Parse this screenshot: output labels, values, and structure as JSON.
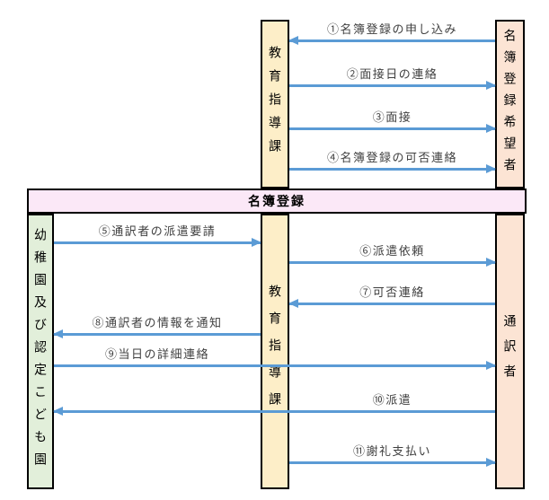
{
  "phase_band": {
    "label": "名簿登録"
  },
  "actors": {
    "top_center": {
      "label": "教育指導課"
    },
    "top_right": {
      "label": "名簿登録希望者"
    },
    "bottom_left": {
      "label": "幼稚園及び認定こども園"
    },
    "bottom_center": {
      "label": "教育指導課"
    },
    "bottom_right": {
      "label": "通訳者"
    }
  },
  "arrows": [
    {
      "label": "①名簿登録の申し込み",
      "from": "名簿登録希望者",
      "to": "教育指導課",
      "direction": "left"
    },
    {
      "label": "②面接日の連絡",
      "from": "教育指導課",
      "to": "名簿登録希望者",
      "direction": "right"
    },
    {
      "label": "③面接",
      "from": "教育指導課",
      "to": "名簿登録希望者",
      "direction": "right"
    },
    {
      "label": "④名簿登録の可否連絡",
      "from": "教育指導課",
      "to": "名簿登録希望者",
      "direction": "right"
    },
    {
      "label": "⑤通訳者の派遣要請",
      "from": "幼稚園及び認定こども園",
      "to": "教育指導課",
      "direction": "right"
    },
    {
      "label": "⑥派遣依頼",
      "from": "教育指導課",
      "to": "通訳者",
      "direction": "right"
    },
    {
      "label": "⑦可否連絡",
      "from": "通訳者",
      "to": "教育指導課",
      "direction": "left"
    },
    {
      "label": "⑧通訳者の情報を通知",
      "from": "教育指導課",
      "to": "幼稚園及び認定こども園",
      "direction": "left"
    },
    {
      "label": "⑨当日の詳細連絡",
      "from": "幼稚園及び認定こども園",
      "to": "通訳者",
      "direction": "right"
    },
    {
      "label": "⑩派遣",
      "from": "通訳者",
      "to": "幼稚園及び認定こども園",
      "direction": "left"
    },
    {
      "label": "⑪謝礼支払い",
      "from": "教育指導課",
      "to": "通訳者",
      "direction": "right"
    }
  ],
  "colors": {
    "arrow_blue": "#5B9BD5",
    "bar_yellow": "#FDEEC8",
    "bar_salmon": "#FCE4D4",
    "bar_green": "#E2EFDA",
    "band_pink": "#FBE8F7",
    "border": "#000000"
  }
}
